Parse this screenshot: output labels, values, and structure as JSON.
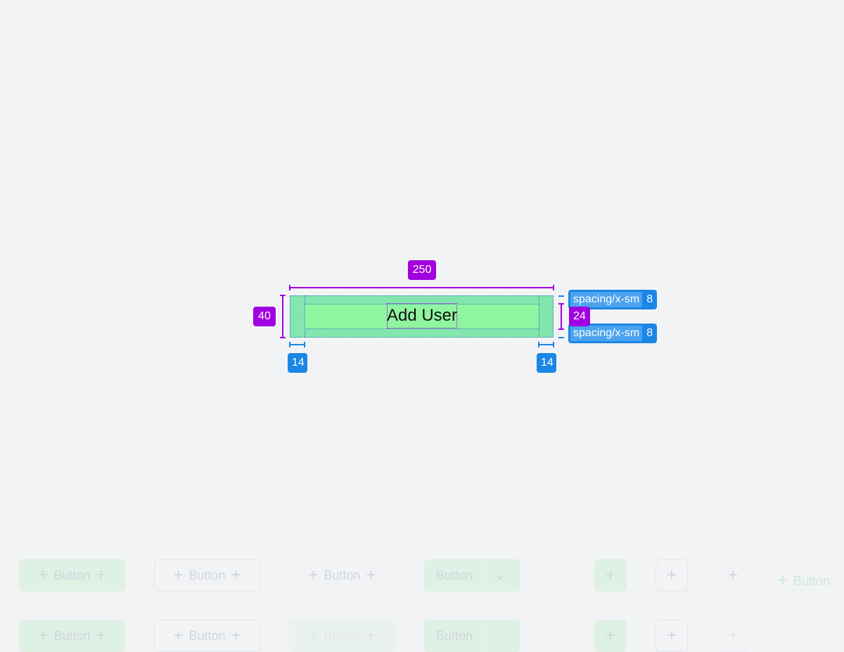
{
  "inspected_button": {
    "label": "Add User"
  },
  "measurements": {
    "width": "250",
    "height": "40",
    "content_height": "24",
    "padding_left": "14",
    "padding_right": "14"
  },
  "tokens": [
    {
      "name": "spacing/x-sm",
      "value": "8"
    },
    {
      "name": "spacing/x-sm",
      "value": "8"
    }
  ],
  "background_buttons": {
    "label": "Button",
    "plus_glyph": "+",
    "chevron_glyph": "⌄"
  },
  "colors": {
    "accent_purple": "#a100e0",
    "accent_blue": "#1a86e6",
    "button_fill": "#8ff5a0",
    "padding_fill": "#82e6ad",
    "background": "#f2f3f5"
  }
}
